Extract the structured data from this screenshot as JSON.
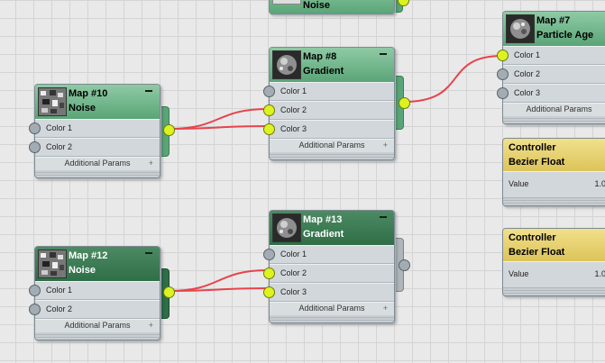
{
  "colors": {
    "node_green": "#5aa577",
    "node_dark_green": "#2f6e47",
    "controller_yellow": "#dcc45a",
    "wire": "#e8434c",
    "active_socket": "#dcf31f",
    "inactive_socket": "#a3acb3",
    "grid_background": "#e9e9e9"
  },
  "nodes": {
    "map_top": {
      "subtitle": "Noise"
    },
    "map7": {
      "title": "Map #7",
      "subtitle": "Particle Age",
      "params": [
        "Color 1",
        "Color 2",
        "Color 3"
      ],
      "footer": "Additional Params"
    },
    "map8": {
      "title": "Map #8",
      "subtitle": "Gradient",
      "params": [
        "Color 1",
        "Color 2",
        "Color 3"
      ],
      "footer": "Additional Params"
    },
    "map10": {
      "title": "Map #10",
      "subtitle": "Noise",
      "params": [
        "Color 1",
        "Color 2"
      ],
      "footer": "Additional Params"
    },
    "map12": {
      "title": "Map #12",
      "subtitle": "Noise",
      "params": [
        "Color 1",
        "Color 2"
      ],
      "footer": "Additional Params"
    },
    "map13": {
      "title": "Map #13",
      "subtitle": "Gradient",
      "params": [
        "Color 1",
        "Color 2",
        "Color 3"
      ],
      "footer": "Additional Params"
    },
    "controller1": {
      "title": "Controller",
      "subtitle": "Bezier Float",
      "value_label": "Value",
      "value": "1.0"
    },
    "controller2": {
      "title": "Controller",
      "subtitle": "Bezier Float",
      "value_label": "Value",
      "value": "1.0"
    }
  }
}
